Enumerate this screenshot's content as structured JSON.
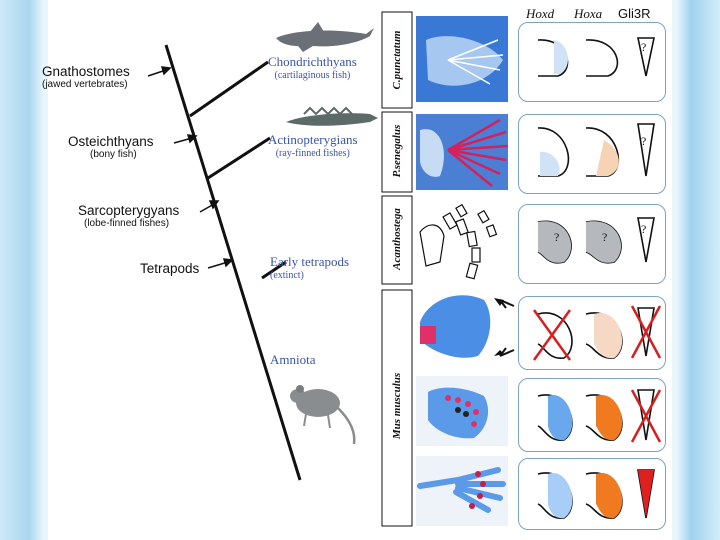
{
  "groups": {
    "gnathostomes": {
      "name": "Gnathostomes",
      "sub": "(jawed vertebrates)"
    },
    "osteichthyans": {
      "name": "Osteichthyans",
      "sub": "(bony fish)"
    },
    "sarcopterygyans": {
      "name": "Sarcopterygyans",
      "sub": "(lobe-finned fishes)"
    },
    "tetrapods": {
      "name": "Tetrapods"
    }
  },
  "taxa": {
    "chondrichthyans": {
      "name": "Chondrichthyans",
      "sub": "(cartilaginous fish)"
    },
    "actinopterygians": {
      "name": "Actinopterygians",
      "sub": "(ray-finned fishes)"
    },
    "early_tetrapods": {
      "name": "Early tetrapods",
      "sub": "(extinct)"
    },
    "amniota": {
      "name": "Amniota"
    }
  },
  "species": {
    "c_punctatum": "C.punctatum",
    "p_senegalus": "P.senegalus",
    "acanthostega": "Acanthostega",
    "mus_musculus": "Mus musculus"
  },
  "columns": {
    "hoxd": "Hoxd",
    "hoxa": "Hoxa",
    "gli3r": "Gli3R"
  },
  "unknown_mark": "?",
  "colors": {
    "hoxd": "#5aa0e0",
    "hoxa": "#f07a20",
    "gli3r": "#e02020",
    "box_border": "#7aa3c4",
    "taxon_text": "#3a55a8"
  }
}
